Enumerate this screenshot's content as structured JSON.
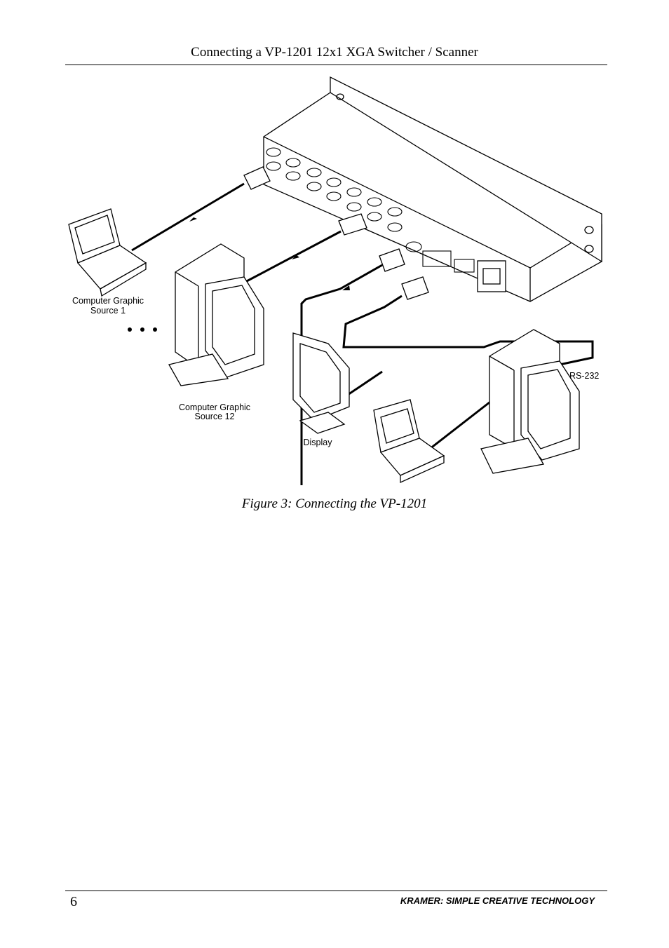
{
  "header": {
    "title": "Connecting a VP-1201 12x1 XGA Switcher / Scanner"
  },
  "figure": {
    "labels": {
      "source1_line1": "Computer Graphic",
      "source1_line2": "Source 1",
      "source12_line1": "Computer Graphic",
      "source12_line2": "Source 12",
      "display": "Display",
      "rs232": "RS-232"
    },
    "caption": "Figure 3: Connecting the VP-1201"
  },
  "footer": {
    "page_number": "6",
    "brand": "KRAMER:  SIMPLE CREATIVE TECHNOLOGY"
  }
}
